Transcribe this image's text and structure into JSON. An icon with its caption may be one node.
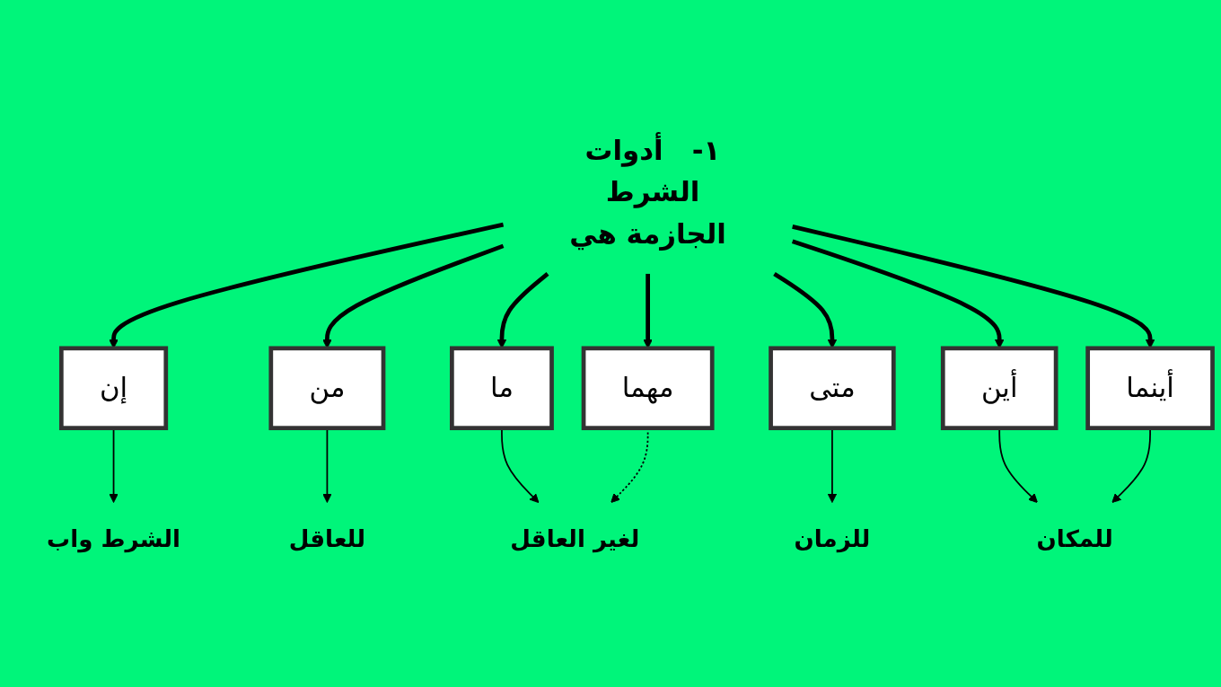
{
  "diagram": {
    "nodes": [
      {
        "text": [
          "١-   أدوات الشرط الجازمة هي"
        ]
      },
      {
        "text": [
          "إن"
        ]
      },
      {
        "text": [
          "من"
        ]
      },
      {
        "text": [
          "ما"
        ]
      },
      {
        "text": [
          "مهما"
        ]
      },
      {
        "text": [
          "متى"
        ]
      },
      {
        "text": [
          "أين"
        ]
      },
      {
        "text": [
          "أينما"
        ]
      },
      {
        "text": [
          "الشرط واب"
        ]
      },
      {
        "text": [
          "للعاقل"
        ]
      },
      {
        "text": [
          "لغير العاقل"
        ]
      },
      {
        "text": [
          "للزمان"
        ]
      },
      {
        "text": [
          "للمكان"
        ]
      }
    ],
    "edges": [
      {
        "from": 0,
        "to": 1,
        "arrow": "to",
        "style": "thick"
      },
      {
        "from": 0,
        "to": 2,
        "arrow": "to",
        "style": "thick"
      },
      {
        "from": 0,
        "to": 3,
        "arrow": "to",
        "style": "thick"
      },
      {
        "from": 0,
        "to": 4,
        "arrow": "to",
        "style": "thick"
      },
      {
        "from": 0,
        "to": 5,
        "arrow": "to",
        "style": "thick"
      },
      {
        "from": 0,
        "to": 6,
        "arrow": "to",
        "style": "thick"
      },
      {
        "from": 0,
        "to": 7,
        "arrow": "to",
        "style": "thick"
      },
      {
        "from": 1,
        "to": 8,
        "arrow": "to"
      },
      {
        "from": 2,
        "to": 9,
        "arrow": "to"
      },
      {
        "from": 3,
        "to": 10,
        "arrow": "to"
      },
      {
        "from": 4,
        "to": 10,
        "arrow": "to",
        "style": "dashed"
      },
      {
        "from": 5,
        "to": 11,
        "arrow": "to"
      },
      {
        "from": 6,
        "to": 12,
        "arrow": "to"
      },
      {
        "from": 7,
        "to": 12,
        "arrow": "to"
      }
    ]
  }
}
